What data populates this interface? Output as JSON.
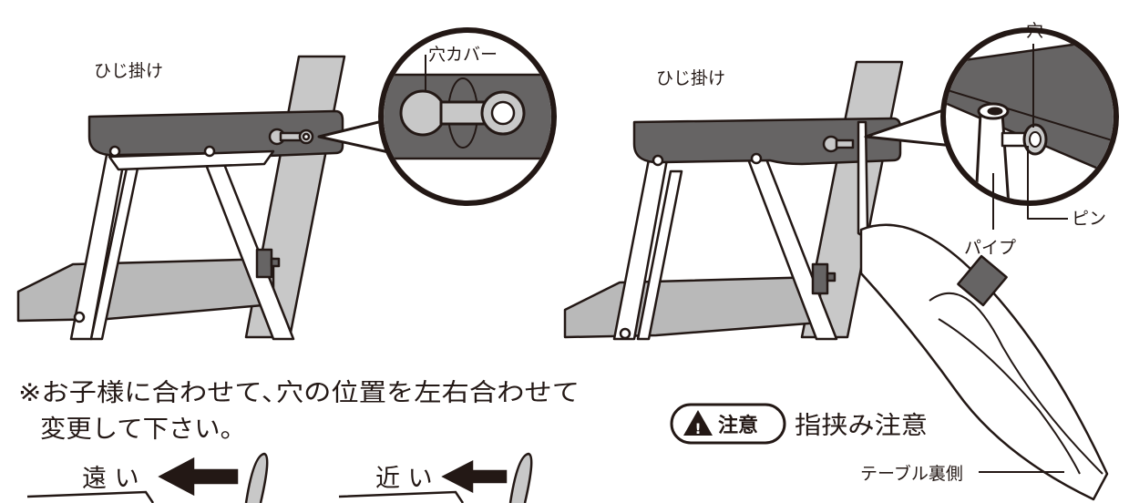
{
  "labels": {
    "armrest_left": "ひじ掛け",
    "hole_cover": "穴カバー",
    "armrest_right": "ひじ掛け",
    "hole": "穴",
    "pin": "ピン",
    "pipe": "パイプ",
    "table_back": "テーブル裏側"
  },
  "note": {
    "line1": "※お子様に合わせて､穴の位置を左右合わせて",
    "line2": "変更して下さい。"
  },
  "directions": {
    "far": "遠 い",
    "near": "近 い"
  },
  "caution": {
    "badge": "注意",
    "text": "指挟み注意"
  },
  "colors": {
    "outline": "#231815",
    "armrest": "#666464",
    "backrest": "#c8c8c8",
    "seat": "#b9b9b9",
    "hole_grey": "#c8c8c8"
  }
}
